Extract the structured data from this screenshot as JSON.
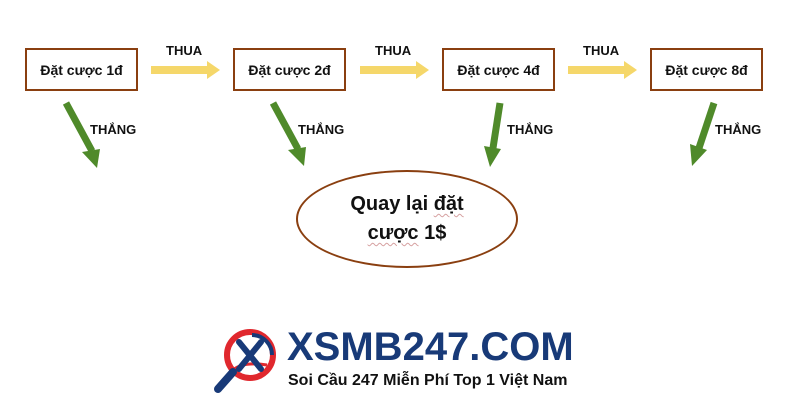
{
  "boxes": [
    "Đặt cược 1đ",
    "Đặt cược 2đ",
    "Đặt cược 4đ",
    "Đặt cược 8đ"
  ],
  "lose_label": "THUA",
  "win_label": "THẮNG",
  "result": {
    "line1_a": "Quay lại ",
    "line1_b": "đặt",
    "line2_a": "cược",
    "line2_b": " 1$"
  },
  "logo": {
    "name": "XSMB247.COM",
    "tagline": "Soi Cầu 247 Miễn Phí Top 1 Việt Nam"
  },
  "colors": {
    "box_border": "#8a3f10",
    "lose_arrow": "#f5d76a",
    "win_arrow": "#4f8a2a",
    "logo_blue": "#183a78",
    "logo_red": "#e0282e"
  }
}
